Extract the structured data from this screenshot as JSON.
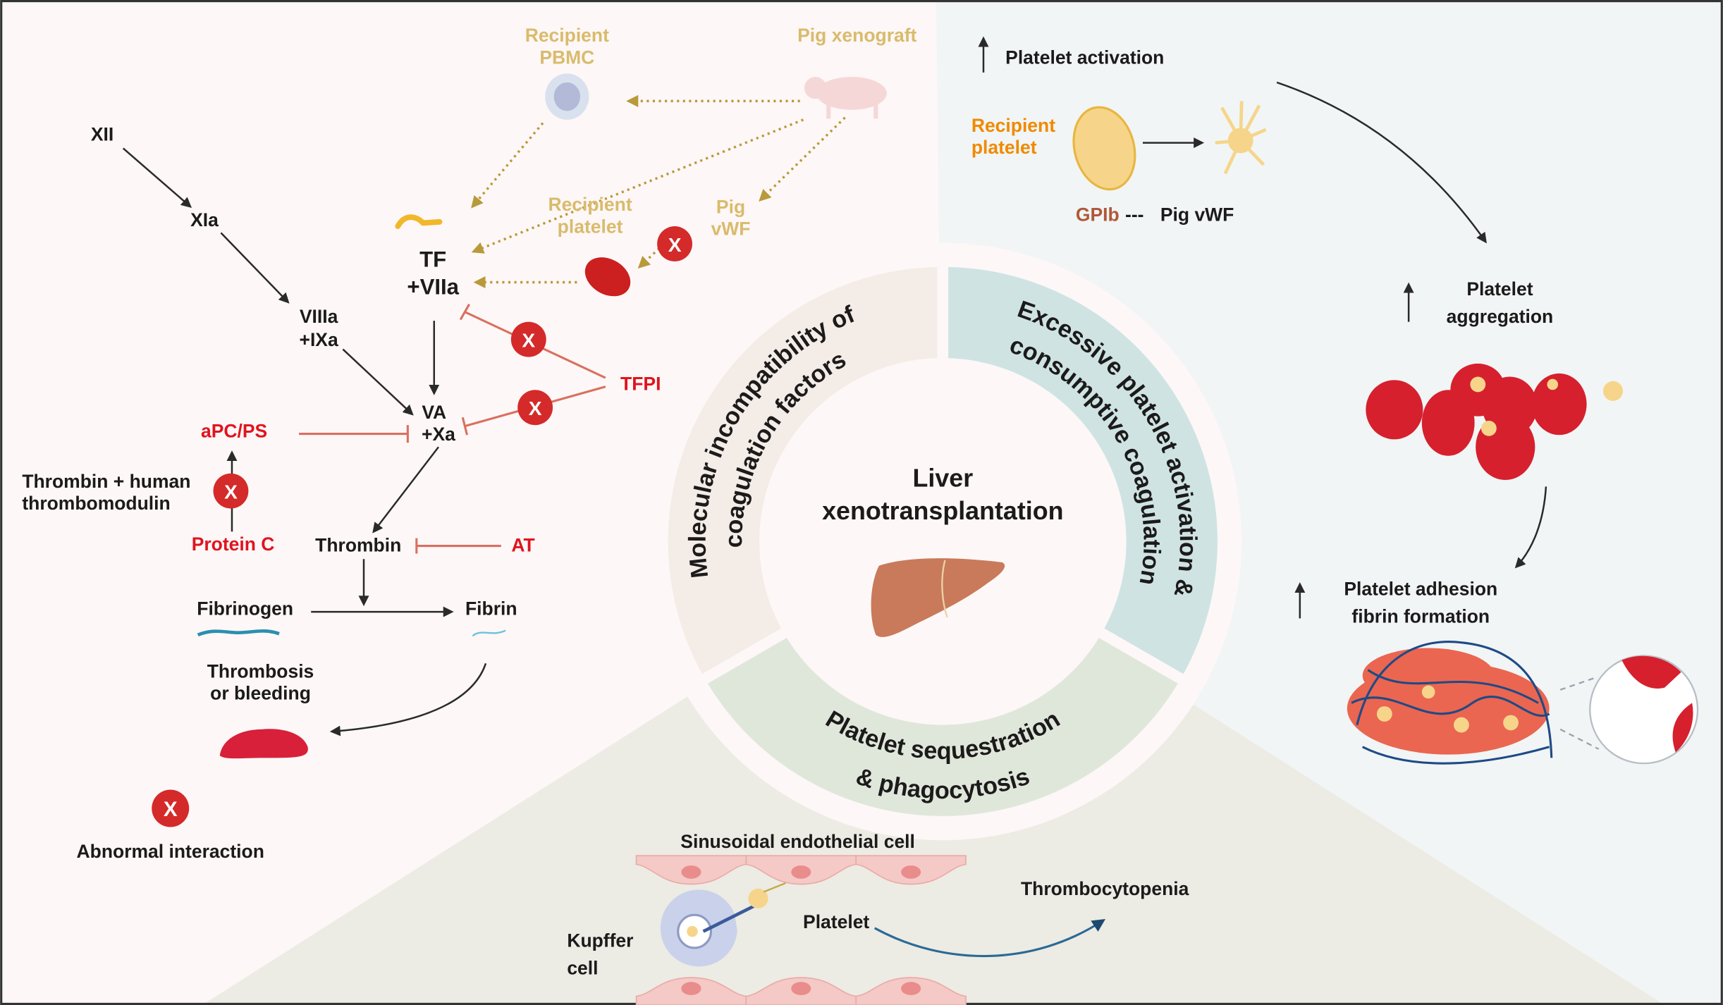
{
  "colors": {
    "background": "#fdf7f7",
    "right_panel": "#f1f5f5",
    "bottom_panel": "#ecebe4",
    "segment_molecular": "#f3ece7",
    "segment_platelet_activation": "#cfe3e3",
    "segment_sequestration": "#dfe7da",
    "inhibitor_red": "#e0141e",
    "pathway_gold": "#d9bb6c",
    "recipient_platelet_orange": "#f08a00",
    "gpib_brown": "#b0583a",
    "x_marker": "#d42a2a"
  },
  "center": {
    "line1": "Liver",
    "line2": "xenotransplantation",
    "icon": "liver-icon"
  },
  "ring": {
    "molecular": {
      "line1": "Molecular incompatibility of",
      "line2": "coagulation factors"
    },
    "activation": {
      "line1": "Excessive platelet activation &",
      "line2": "consumptive coagulation"
    },
    "sequestration": {
      "line1": "Platelet sequestration",
      "line2": "& phagocytosis"
    }
  },
  "coagulation": {
    "recipient_pbmc": [
      "Recipient",
      "PBMC"
    ],
    "pig_xenograft": "Pig xenograft",
    "recipient_platelet": [
      "Recipient",
      "platelet"
    ],
    "pig_vwf": [
      "Pig",
      "vWF"
    ],
    "xii": "XII",
    "xia": "XIa",
    "viiia": [
      "VIIIa",
      "+IXa"
    ],
    "tf": [
      "TF",
      "+VIIa"
    ],
    "va": [
      "VA",
      "+Xa"
    ],
    "tfpi": "TFPI",
    "apc_ps": "aPC/PS",
    "thrombin_human": [
      "Thrombin + human",
      "thrombomodulin"
    ],
    "protein_c": "Protein C",
    "thrombin": "Thrombin",
    "at": "AT",
    "fibrinogen": "Fibrinogen",
    "fibrin": "Fibrin",
    "thrombosis": [
      "Thrombosis",
      "or bleeding"
    ],
    "legend_x": "X",
    "legend_label": "Abnormal interaction"
  },
  "activation_panel": {
    "platelet_activation": "Platelet activation",
    "recipient_platelet": [
      "Recipient",
      "platelet"
    ],
    "gpib": "GPIb",
    "binding": "---",
    "pig_vwf": "Pig vWF",
    "aggregation": [
      "Platelet",
      "aggregation"
    ],
    "adhesion": [
      "Platelet adhesion",
      "fibrin formation"
    ]
  },
  "sequestration_panel": {
    "endothelial": "Sinusoidal endothelial cell",
    "kupffer": [
      "Kupffer",
      "cell"
    ],
    "platelet": "Platelet",
    "thrombocytopenia": "Thrombocytopenia"
  }
}
